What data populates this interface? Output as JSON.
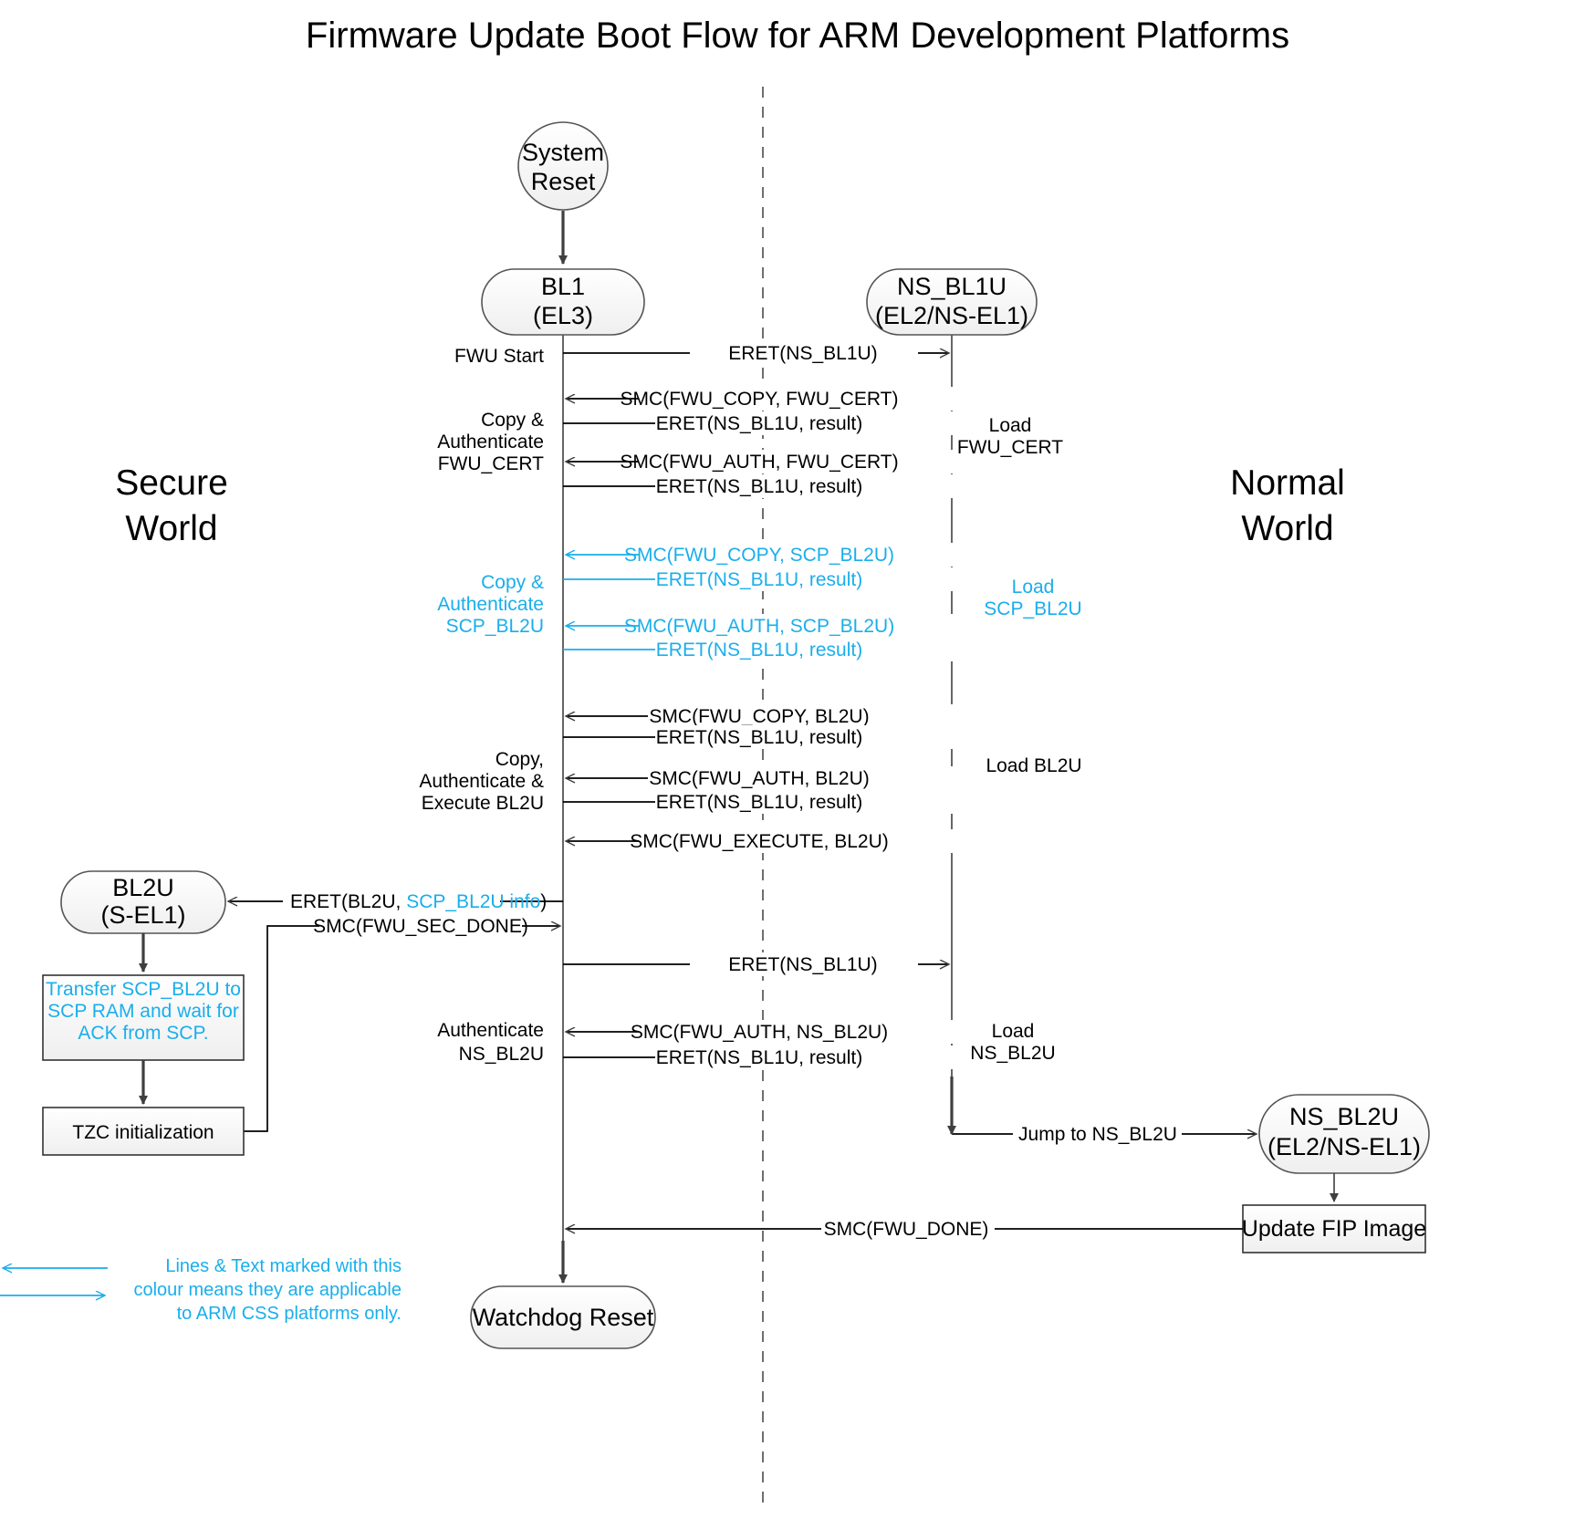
{
  "title": "Firmware Update Boot Flow for ARM Development Platforms",
  "colors": {
    "accent_cyan": "#1AAEEC",
    "line": "#3F3F3F",
    "text": "#000000",
    "node_fill": "#F4F4F4"
  },
  "worlds": {
    "left": "Secure\nWorld",
    "left_l1": "Secure",
    "left_l2": "World",
    "right_l1": "Normal",
    "right_l2": "World"
  },
  "nodes": {
    "system_reset_l1": "System",
    "system_reset_l2": "Reset",
    "bl1_l1": "BL1",
    "bl1_l2": "(EL3)",
    "nsbl1u_l1": "NS_BL1U",
    "nsbl1u_l2": "(EL2/NS-EL1)",
    "bl2u_l1": "BL2U",
    "bl2u_l2": "(S-EL1)",
    "nsbl2u_l1": "NS_BL2U",
    "nsbl2u_l2": "(EL2/NS-EL1)",
    "watchdog_reset": "Watchdog Reset",
    "update_fip": "Update FIP Image",
    "tzc_init": "TZC initialization",
    "transfer_l1": "Transfer SCP_BL2U to",
    "transfer_l2": "SCP RAM and wait for",
    "transfer_l3": "ACK from SCP."
  },
  "left_labels": [
    {
      "text": "FWU Start",
      "cyan": false
    },
    {
      "text": "Copy &",
      "cyan": false
    },
    {
      "text": "Authenticate",
      "cyan": false
    },
    {
      "text": "FWU_CERT",
      "cyan": false
    },
    {
      "text": "Copy &",
      "cyan": true
    },
    {
      "text": "Authenticate",
      "cyan": true
    },
    {
      "text": "SCP_BL2U",
      "cyan": true
    },
    {
      "text": "Copy,",
      "cyan": false
    },
    {
      "text": "Authenticate &",
      "cyan": false
    },
    {
      "text": "Execute BL2U",
      "cyan": false
    },
    {
      "text": "Authenticate",
      "cyan": false
    },
    {
      "text": "NS_BL2U",
      "cyan": false
    }
  ],
  "right_labels": [
    {
      "l1": "Load",
      "l2": "FWU_CERT",
      "cyan": false
    },
    {
      "l1": "Load",
      "l2": "SCP_BL2U",
      "cyan": true
    },
    {
      "l1": "Load BL2U",
      "l2": "",
      "cyan": false
    },
    {
      "l1": "Load",
      "l2": "NS_BL2U",
      "cyan": false
    }
  ],
  "messages": [
    {
      "text": "ERET(NS_BL1U)",
      "dir": "right",
      "cyan": false
    },
    {
      "text": "SMC(FWU_COPY, FWU_CERT)",
      "dir": "left",
      "cyan": false
    },
    {
      "text": "ERET(NS_BL1U, result)",
      "dir": "right",
      "cyan": false
    },
    {
      "text": "SMC(FWU_AUTH, FWU_CERT)",
      "dir": "left",
      "cyan": false
    },
    {
      "text": "ERET(NS_BL1U, result)",
      "dir": "right",
      "cyan": false
    },
    {
      "text": "SMC(FWU_COPY, SCP_BL2U)",
      "dir": "left",
      "cyan": true
    },
    {
      "text": "ERET(NS_BL1U, result)",
      "dir": "right",
      "cyan": true
    },
    {
      "text": "SMC(FWU_AUTH, SCP_BL2U)",
      "dir": "left",
      "cyan": true
    },
    {
      "text": "ERET(NS_BL1U, result)",
      "dir": "right",
      "cyan": true
    },
    {
      "text": "SMC(FWU_COPY, BL2U)",
      "dir": "left",
      "cyan": false
    },
    {
      "text": "ERET(NS_BL1U, result)",
      "dir": "right",
      "cyan": false
    },
    {
      "text": "SMC(FWU_AUTH, BL2U)",
      "dir": "left",
      "cyan": false
    },
    {
      "text": "ERET(NS_BL1U, result)",
      "dir": "right",
      "cyan": false
    },
    {
      "text": "SMC(FWU_EXECUTE, BL2U)",
      "dir": "left",
      "cyan": false
    },
    {
      "text": "ERET(NS_BL1U)",
      "dir": "right",
      "cyan": false
    },
    {
      "text": "SMC(FWU_AUTH, NS_BL2U)",
      "dir": "left",
      "cyan": false
    },
    {
      "text": "ERET(NS_BL1U, result)",
      "dir": "right",
      "cyan": false
    }
  ],
  "bl2u_messages": {
    "eret_pre": "ERET(BL2U, ",
    "eret_cyan": "SCP_BL2U info",
    "eret_post": ")",
    "sec_done": "SMC(FWU_SEC_DONE)"
  },
  "other_messages": {
    "jump_ns_bl2u": "Jump to NS_BL2U",
    "smc_fwu_done": "SMC(FWU_DONE)"
  },
  "legend": {
    "l1": "Lines & Text marked with this",
    "l2": "colour means they are applicable",
    "l3": "to ARM CSS platforms only."
  }
}
